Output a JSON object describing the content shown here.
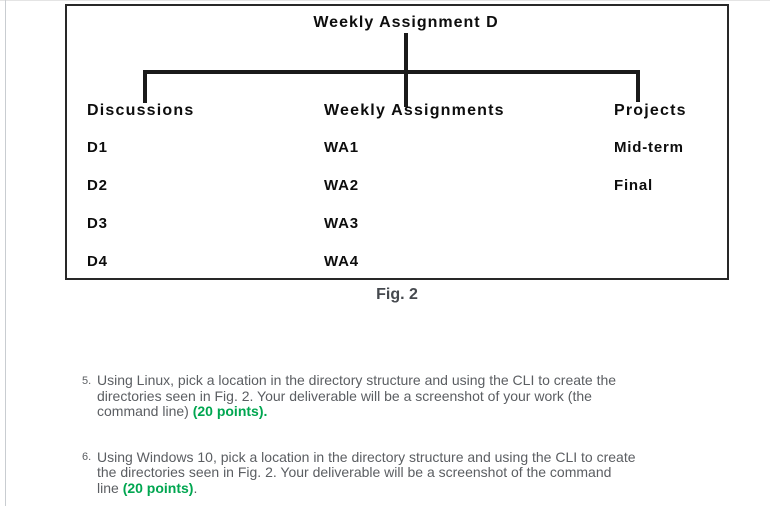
{
  "figure": {
    "root_label": "Weekly Assignment D",
    "caption": "Fig. 2",
    "columns": [
      {
        "label": "Discussions",
        "items": [
          "D1",
          "D2",
          "D3",
          "D4"
        ]
      },
      {
        "label": "Weekly Assignments",
        "items": [
          "WA1",
          "WA2",
          "WA3",
          "WA4"
        ]
      },
      {
        "label": "Projects",
        "items": [
          "Mid-term",
          "Final"
        ]
      }
    ]
  },
  "questions": [
    {
      "number": "5.",
      "body": "Using Linux, pick a location in the directory structure and using the CLI to create the\ndirectories seen in Fig. 2. Your deliverable will be a screenshot of your work (the\ncommand line) ",
      "points": "(20 points).",
      "suffix": ""
    },
    {
      "number": "6.",
      "body": "Using Windows 10, pick a location in the directory structure and using the CLI to create\nthe directories seen in Fig. 2. Your deliverable will be a screenshot of the command\nline ",
      "points": "(20 points)",
      "suffix": "."
    }
  ],
  "colors": {
    "points_green": "#00a650",
    "body_text": "#5b5e62",
    "diagram_text": "#0d0d0d"
  }
}
